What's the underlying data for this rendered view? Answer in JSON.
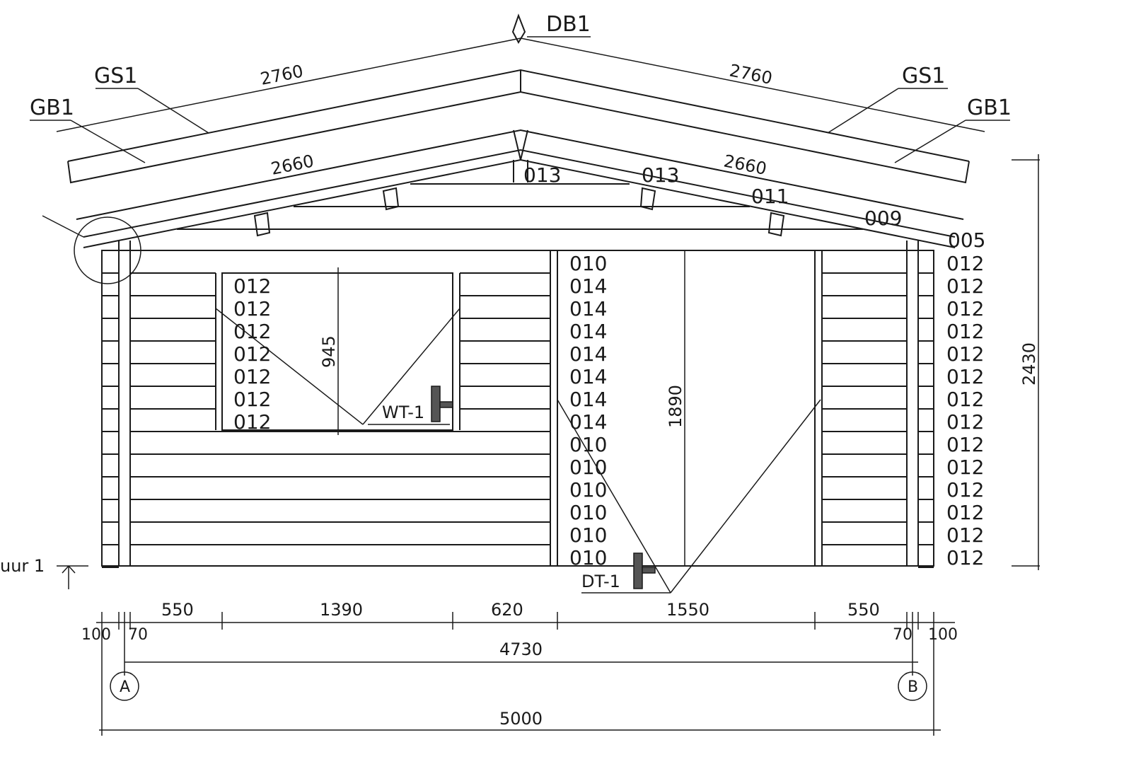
{
  "roof_labels": {
    "ridge": "DB1",
    "left_gs": "GS1",
    "left_gb": "GB1",
    "right_gs": "GS1",
    "right_gb": "GB1"
  },
  "roof_dimensions": {
    "top_left": "2760",
    "top_right": "2760",
    "inner_left": "2660",
    "inner_right": "2660"
  },
  "gable_codes": {
    "left_top": "013",
    "right_top": "013",
    "right_mid": "011",
    "right_low": "009",
    "eave": "005"
  },
  "window_codes": [
    "012",
    "012",
    "012",
    "012",
    "012",
    "012",
    "012"
  ],
  "middle_codes": [
    "010",
    "014",
    "014",
    "014",
    "014",
    "014",
    "014",
    "014",
    "010",
    "010",
    "010",
    "010",
    "010",
    "010"
  ],
  "right_codes": [
    "012",
    "012",
    "012",
    "012",
    "012",
    "012",
    "012",
    "012",
    "012",
    "012",
    "012",
    "012",
    "012",
    "012"
  ],
  "window_height": "945",
  "door_height": "1890",
  "total_height": "2430",
  "window_tag": "WT-1",
  "door_tag": "DT-1",
  "level_label": "uur 1",
  "bottom_dims": {
    "seg1": "550",
    "seg2": "1390",
    "seg3": "620",
    "seg4": "1550",
    "seg5": "550",
    "left_100": "100",
    "left_70": "70",
    "right_70": "70",
    "right_100": "100",
    "axis_span": "4730",
    "total": "5000"
  },
  "axes": {
    "left": "A",
    "right": "B"
  }
}
